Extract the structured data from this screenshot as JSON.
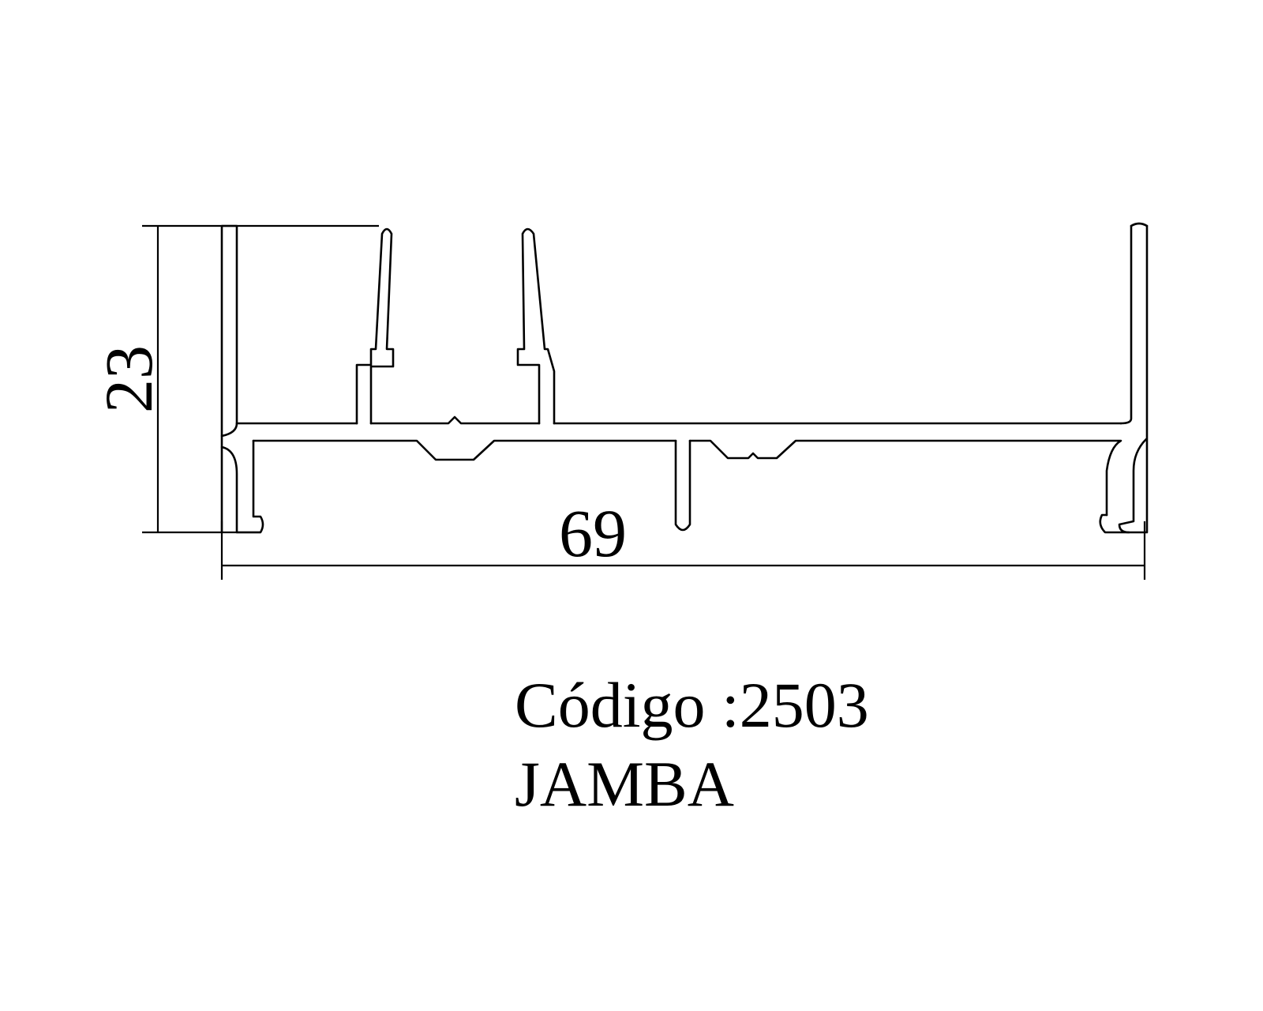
{
  "dimensions": {
    "height": "23",
    "width": "69"
  },
  "caption": {
    "code_line": "Código :2503",
    "name": "JAMBA"
  }
}
